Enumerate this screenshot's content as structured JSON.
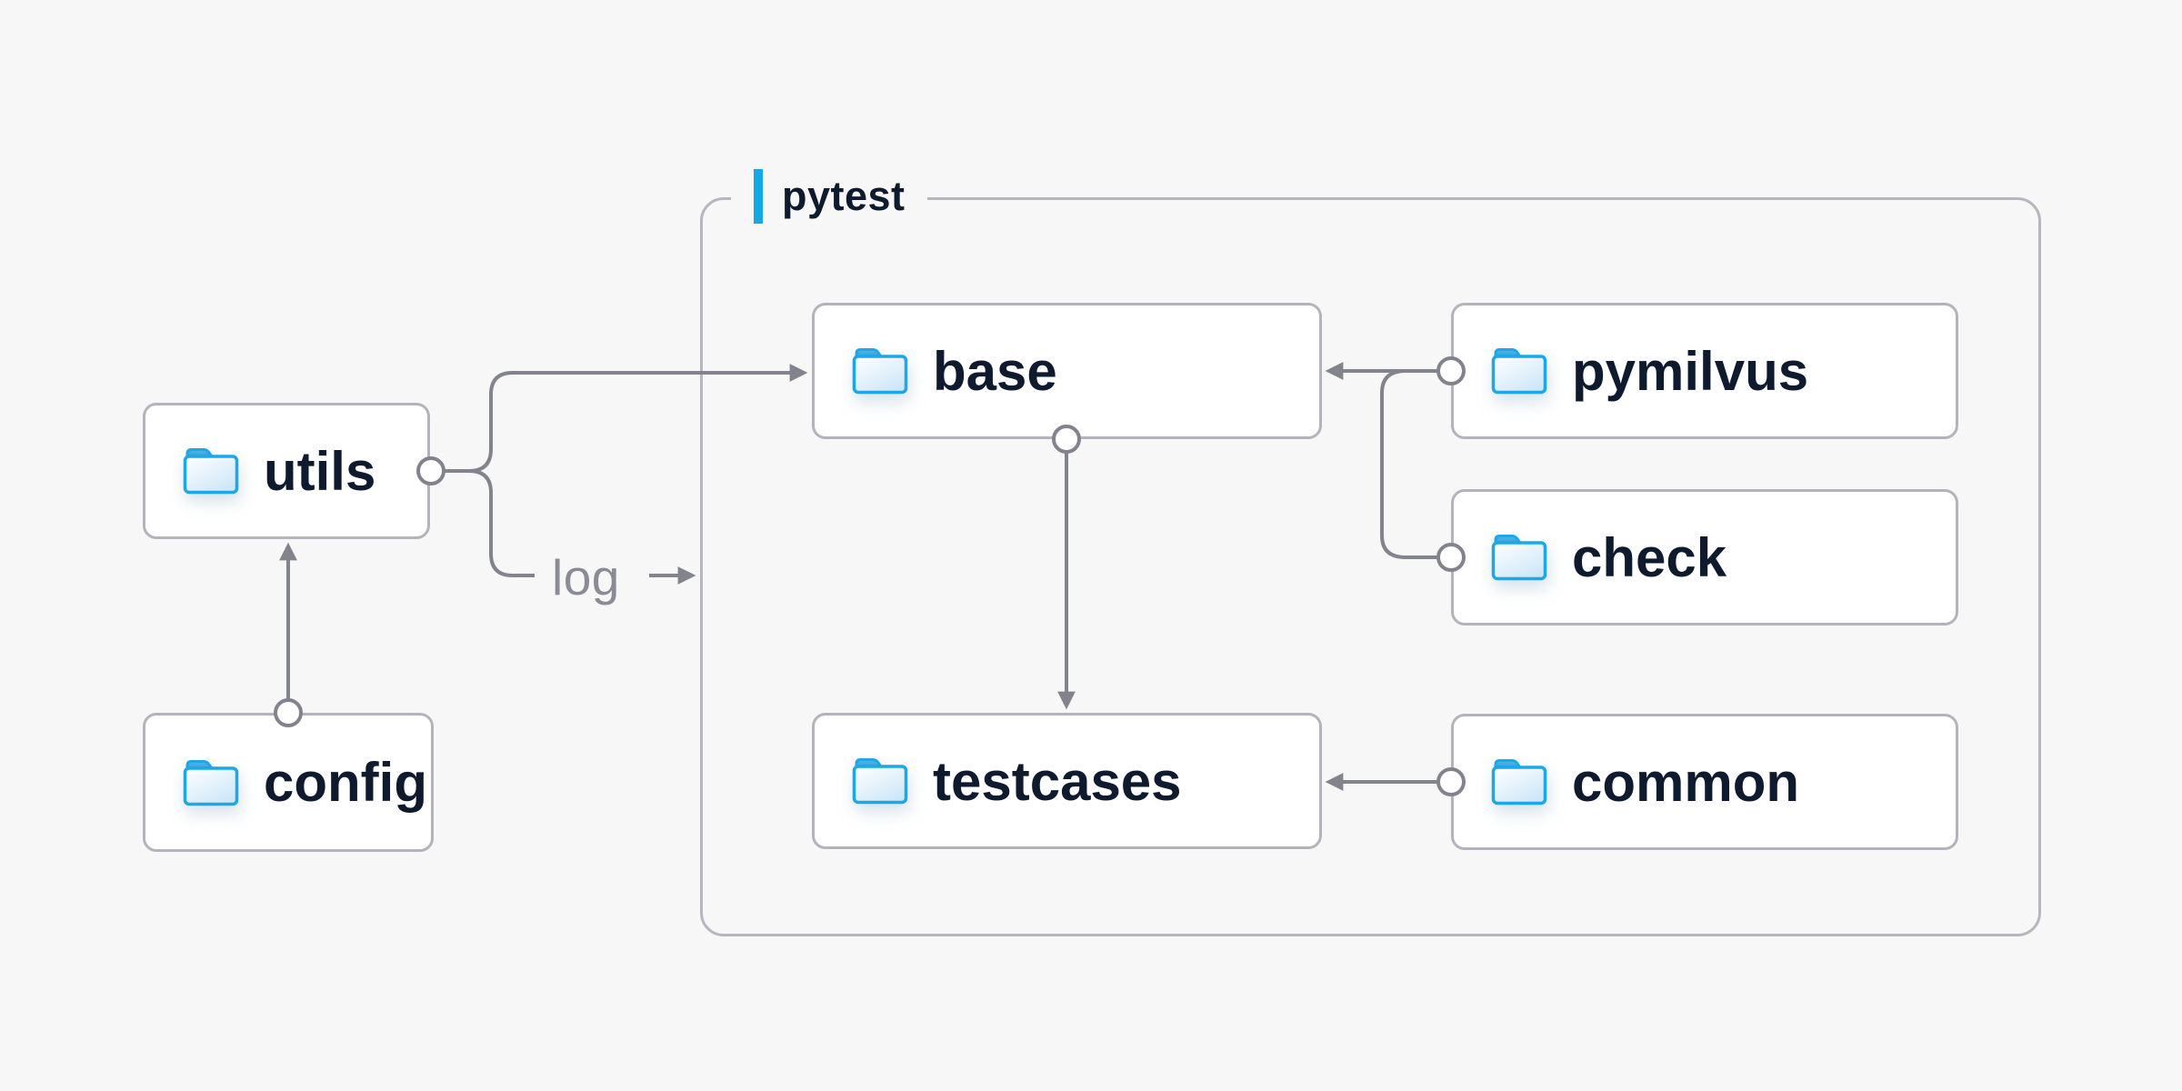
{
  "diagram": {
    "container": {
      "label": "pytest"
    },
    "nodes": {
      "utils": {
        "label": "utils"
      },
      "config": {
        "label": "config"
      },
      "base": {
        "label": "base"
      },
      "pymilvus": {
        "label": "pymilvus"
      },
      "check": {
        "label": "check"
      },
      "testcases": {
        "label": "testcases"
      },
      "common": {
        "label": "common"
      }
    },
    "edge_label": "log",
    "edges": [
      {
        "from": "config",
        "to": "utils"
      },
      {
        "from": "utils",
        "to": "base"
      },
      {
        "from": "utils",
        "to": "log"
      },
      {
        "from": "pymilvus",
        "to": "base"
      },
      {
        "from": "check",
        "to": "base"
      },
      {
        "from": "base",
        "to": "testcases"
      },
      {
        "from": "common",
        "to": "testcases"
      }
    ],
    "colors": {
      "background": "#f7f7f8",
      "node_fill": "#ffffff",
      "node_border": "#b3b3bc",
      "container_border": "#b6b6bf",
      "wire": "#83838e",
      "label_text": "#0e1b2e",
      "edge_label_text": "#8b8b96",
      "accent": "#14a7e9",
      "folder_stroke": "#1ba7e8"
    }
  }
}
